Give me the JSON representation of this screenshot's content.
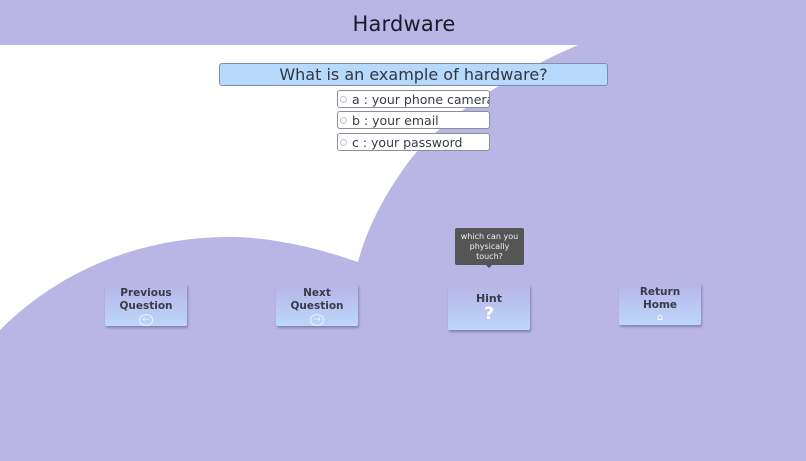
{
  "header": {
    "title": "Hardware"
  },
  "quiz": {
    "question": "What is an example of hardware?",
    "options": [
      {
        "key": "a",
        "label": "a : your phone camera",
        "selected": false
      },
      {
        "key": "b",
        "label": "b : your email",
        "selected": false
      },
      {
        "key": "c",
        "label": "c : your password",
        "selected": false
      }
    ]
  },
  "nav": {
    "previous": {
      "line1": "Previous",
      "line2": "Question",
      "icon": "arrow-left-circle-icon",
      "glyph": "←"
    },
    "next": {
      "line1": "Next",
      "line2": "Question",
      "icon": "arrow-right-circle-icon",
      "glyph": "→"
    },
    "hint": {
      "label": "Hint",
      "icon": "question-mark-icon",
      "glyph": "?"
    },
    "home": {
      "line1": "Return",
      "line2": "Home",
      "icon": "home-icon",
      "glyph": "⌂"
    }
  },
  "tooltip": {
    "text": "which can you physically touch?"
  },
  "colors": {
    "background_purple": "#b9b5e4",
    "question_blue": "#b7d9fb",
    "button_gradient_top": "#b7b4e6",
    "button_gradient_bottom": "#bcd7fb",
    "tooltip_bg": "#555555"
  }
}
